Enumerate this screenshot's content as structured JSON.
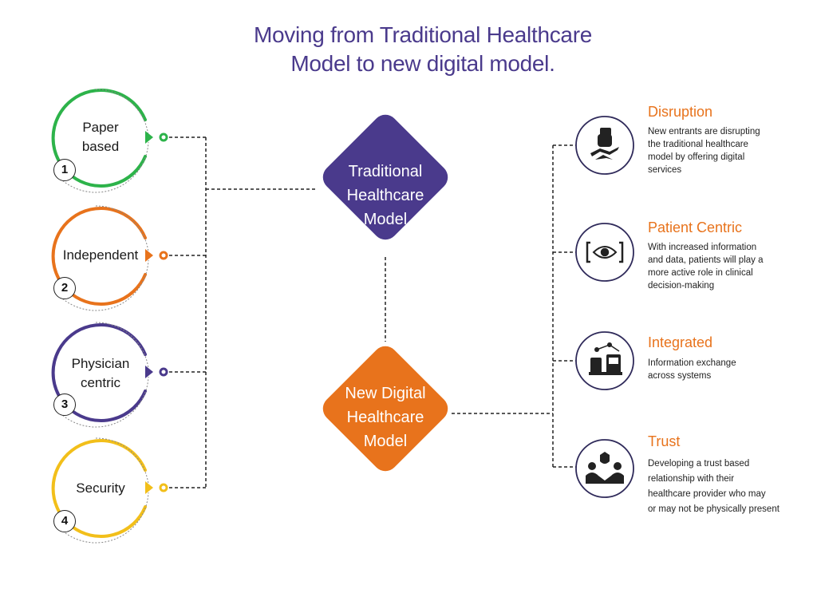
{
  "title": {
    "line1": "Moving from Traditional Healthcare",
    "line2": "Model to new digital model."
  },
  "colors": {
    "title": "#4a3a8c",
    "green": "#2db34a",
    "orange": "#e8731c",
    "purple": "#4a3a8c",
    "yellow": "#f2bf1a",
    "connector": "#222222"
  },
  "left_items": [
    {
      "number": "1",
      "line1": "Paper",
      "line2": "based",
      "color": "green"
    },
    {
      "number": "2",
      "line1": "Independent",
      "line2": "",
      "color": "orange"
    },
    {
      "number": "3",
      "line1": "Physician",
      "line2": "centric",
      "color": "purple"
    },
    {
      "number": "4",
      "line1": "Security",
      "line2": "",
      "color": "yellow"
    }
  ],
  "traditional": {
    "line1": "Traditional",
    "line2": "Healthcare",
    "line3": "Model"
  },
  "digital": {
    "line1": "New Digital",
    "line2": "Healthcare",
    "line3": "Model"
  },
  "right_items": [
    {
      "icon": "fist-breaking-icon",
      "title": "Disruption",
      "lines": [
        "New entrants are disrupting",
        "the traditional healthcare",
        "model by offering digital",
        "services"
      ]
    },
    {
      "icon": "eye-focus-icon",
      "title": "Patient Centric",
      "lines": [
        "With increased information",
        "and data, patients will play a",
        "more active role in clinical",
        "decision-making"
      ]
    },
    {
      "icon": "network-exchange-icon",
      "title": "Integrated",
      "lines": [
        "Information exchange",
        "across systems"
      ]
    },
    {
      "icon": "handshake-shield-icon",
      "title": "Trust",
      "lines": [
        "Developing a trust based",
        "relationship with their",
        "healthcare provider who may",
        "or may not be physically present"
      ]
    }
  ]
}
